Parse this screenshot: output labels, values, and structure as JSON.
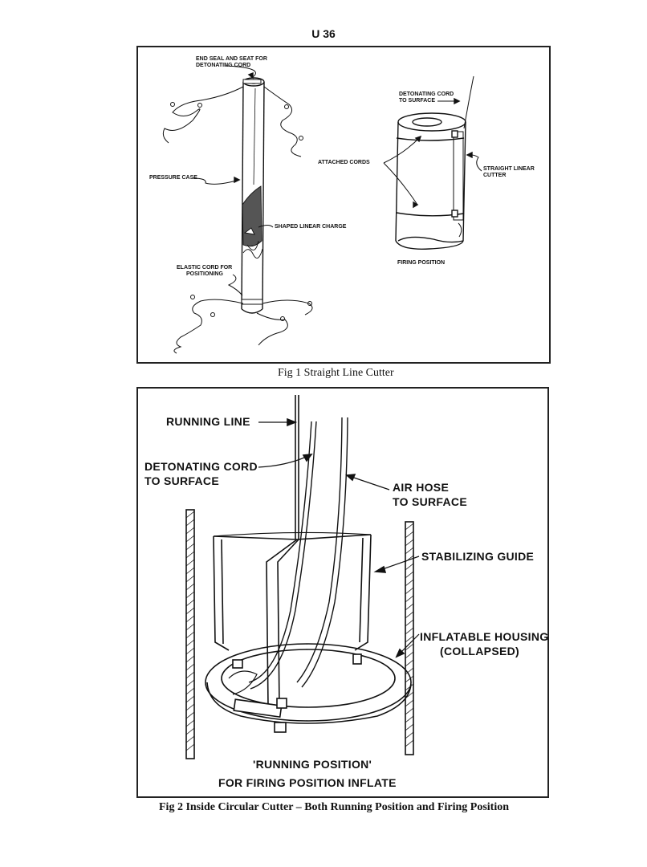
{
  "page": {
    "number": "U 36"
  },
  "fig1": {
    "caption": "Fig 1   Straight Line Cutter",
    "labels": {
      "end_seal_line1": "END SEAL AND SEAT FOR",
      "end_seal_line2": "DETONATING CORD",
      "pressure_case": "PRESSURE CASE",
      "shaped_charge": "SHAPED LINEAR CHARGE",
      "elastic_line1": "ELASTIC CORD FOR",
      "elastic_line2": "POSITIONING",
      "det_cord_line1": "DETONATING CORD",
      "det_cord_line2": "TO SURFACE",
      "attached_cords": "ATTACHED CORDS",
      "straight_line1": "STRAIGHT LINEAR",
      "straight_line2": "CUTTER",
      "firing_position": "FIRING POSITION"
    }
  },
  "fig2": {
    "caption": "Fig 2   Inside Circular Cutter – Both Running Position and Firing Position",
    "labels": {
      "running_line": "RUNNING LINE",
      "det_cord_line1": "DETONATING CORD",
      "det_cord_line2": "TO SURFACE",
      "air_hose_line1": "AIR HOSE",
      "air_hose_line2": "TO SURFACE",
      "stabilizing_guide": "STABILIZING GUIDE",
      "inflatable_line1": "INFLATABLE HOUSING",
      "inflatable_line2": "(COLLAPSED)",
      "running_position": "'RUNNING POSITION'",
      "firing_inflate": "FOR FIRING POSITION INFLATE"
    }
  }
}
